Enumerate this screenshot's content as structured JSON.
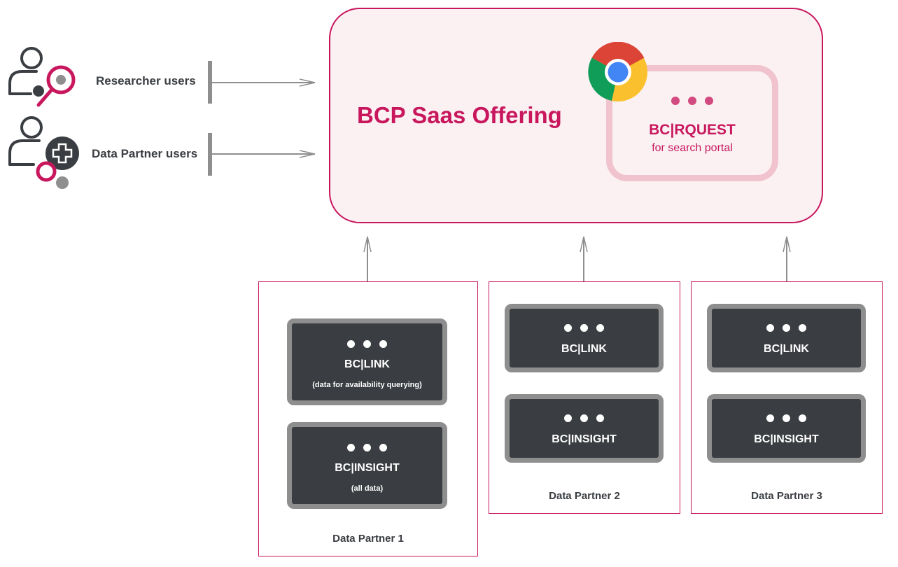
{
  "users": {
    "researcher_label": "Researcher users",
    "data_partner_label": "Data Partner users"
  },
  "saas": {
    "title": "BCP Saas Offering",
    "portal": {
      "name": "BC|RQUEST",
      "subtitle": "for search portal"
    }
  },
  "partners": [
    {
      "label": "Data Partner 1",
      "link": {
        "title": "BC|LINK",
        "subtitle": "(data for availability querying)"
      },
      "insight": {
        "title": "BC|INSIGHT",
        "subtitle": "(all data)"
      }
    },
    {
      "label": "Data Partner 2",
      "link": {
        "title": "BC|LINK"
      },
      "insight": {
        "title": "BC|INSIGHT"
      }
    },
    {
      "label": "Data Partner 3",
      "link": {
        "title": "BC|LINK"
      },
      "insight": {
        "title": "BC|INSIGHT"
      }
    }
  ],
  "colors": {
    "accent": "#c8175d",
    "portal_border": "#f0c3cf",
    "node_fill": "#3a3d41",
    "node_border": "#8e8e8e",
    "connector": "#8e8e8e"
  },
  "icons": [
    "researcher-user-icon",
    "magnifier-icon",
    "data-partner-user-icon",
    "plus-badge-icon",
    "chrome-browser-icon"
  ]
}
